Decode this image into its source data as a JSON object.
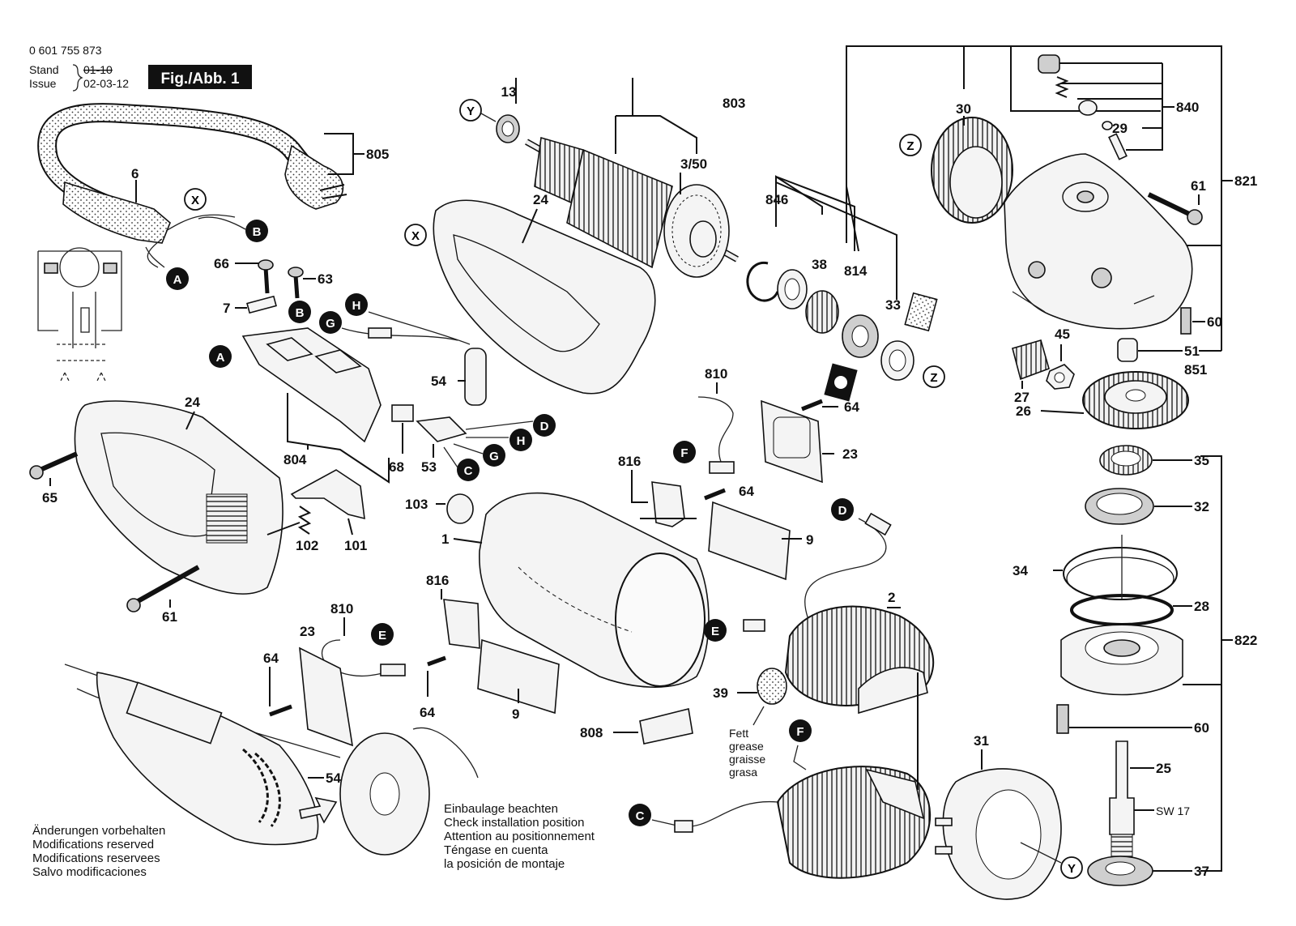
{
  "header": {
    "part_number": "0 601 755 873",
    "stand_label": "Stand",
    "issue_label": "Issue",
    "stand_date": "01-10",
    "issue_date": "02-03-12",
    "figure_label": "Fig./Abb. 1"
  },
  "part_labels": {
    "p13": "13",
    "p803": "803",
    "p30": "30",
    "p840": "840",
    "p29": "29",
    "p821": "821",
    "p61a": "61",
    "p805": "805",
    "p6": "6",
    "p350": "3/50",
    "p24a": "24",
    "p846": "846",
    "p38": "38",
    "p814": "814",
    "p33": "33",
    "p66": "66",
    "p63": "63",
    "p7": "7",
    "p60a": "60",
    "p45": "45",
    "p51": "51",
    "p851": "851",
    "p27": "27",
    "p26": "26",
    "p54a": "54",
    "p64a": "64",
    "p810a": "810",
    "p23a": "23",
    "p24b": "24",
    "p35": "35",
    "p804": "804",
    "p68": "68",
    "p53": "53",
    "p816a": "816",
    "p64b": "64",
    "p32": "32",
    "p65": "65",
    "p103": "103",
    "p1": "1",
    "p9a": "9",
    "p34": "34",
    "p102": "102",
    "p101": "101",
    "p28": "28",
    "p61b": "61",
    "p816b": "816",
    "p810b": "810",
    "p2": "2",
    "p822": "822",
    "p23b": "23",
    "p64c": "64",
    "p39": "39",
    "p64d": "64",
    "p9b": "9",
    "p808": "808",
    "p60b": "60",
    "p31": "31",
    "p25": "25",
    "p54b": "54",
    "p37": "37",
    "sw17": "SW 17"
  },
  "connectors": {
    "X1": "X",
    "B1": "B",
    "A1": "A",
    "Y1": "Y",
    "Z1": "Z",
    "X2": "X",
    "B2": "B",
    "H1": "H",
    "G1": "G",
    "A2": "A",
    "Z2": "Z",
    "D1": "D",
    "H2": "H",
    "G2": "G",
    "C1": "C",
    "F1": "F",
    "D2": "D",
    "E1": "E",
    "E2": "E",
    "F2": "F",
    "C2": "C",
    "Y2": "Y"
  },
  "grease_note": [
    "Fett",
    "grease",
    "graisse",
    "grasa"
  ],
  "install_note": [
    "Einbaulage beachten",
    "Check installation position",
    "Attention au positionnement",
    "Téngase en cuenta",
    "la posición de montaje"
  ],
  "modifications_note": [
    "Änderungen vorbehalten",
    "Modifications reserved",
    "Modifications reservees",
    "Salvo modificaciones"
  ]
}
